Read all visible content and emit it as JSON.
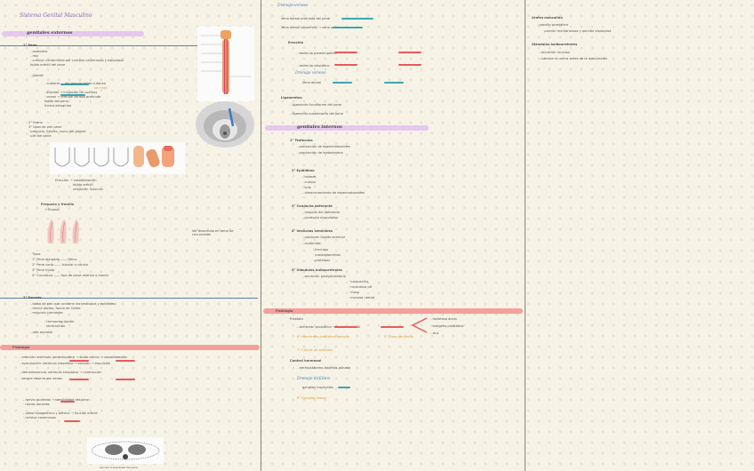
{
  "page": {
    "title": "Sistema Genital Masculino",
    "colors": {
      "paper": "#f6f2e6",
      "purple_highlight": "#e6c8ef",
      "pink_highlight": "#f4a09a",
      "red_bar": "#ea5a5a",
      "teal_bar": "#3aa8b0",
      "heading_blue": "#4a7fbf",
      "note_orange": "#d9a23a"
    }
  },
  "left_column": {
    "section_external": "genitales externos",
    "pene_label": "1° Pene",
    "pene_notes": [
      "- anatomía",
      "- raíz",
      "- cuerpo: conformado por cuerpos cavernosos y esponjoso",
      "           tejido eréctil del pene",
      "- glande"
    ],
    "vessels_notes": [
      "- cubierta       — del glande tejido cutáneo",
      "  · arterias    → irrigación de cuerpos",
      "  · venas       → drenaje venoso profundo",
      "      tejido del pene",
      "      túnica albugínea"
    ],
    "vessel_tag": "se irriga",
    "skin_notes": [
      "2° forma",
      "3° tipos de piel pene",
      "   · prepucio, frenillo, surco del glande",
      "   · piel del pene"
    ],
    "erection_notes": [
      "Erección → vasodilatación",
      "       tejido eréctil",
      "       relajación músculo"
    ],
    "foreskin_title": "Prepucio y frenillo",
    "foreskin_sub": "→ fimosis",
    "side_note": "Ver desarrollo en tema de circuncisión",
    "types_notes": [
      "Tipos",
      "1° Pene alargado  —— Fálico",
      "2° Pene corto     —— tubular o cónico",
      "3° Pene mixto",
      "4° Curvatura       —— tipo de pene relativo a erecto"
    ],
    "scrotum_label": "2° Escroto",
    "scrotum_notes": [
      "- bolsa de piel que contiene los testículos y epidídimo",
      "- túnica dartos, fascia de Colles",
      "- músculo cremáster",
      "   · termorregulación",
      "   · contracción",
      "- rafe escrotal"
    ],
    "phys_label": "Fisiología",
    "phys_notes": [
      "- erección: estímulo parasimpático → óxido nítrico → vasodilatación",
      "- eyaculación: estímulo simpático → emisión → expulsión",
      "- detumescencia: estímulo simpático → contracción",
      "- sangre retorna por venas"
    ],
    "nerve_notes": [
      "- nervio pudendo → sensibilidad del pene",
      "  · ramas dorsales",
      "- plexo hipogástrico y pélvico → función eréctil",
      "  · nervios cavernosos"
    ],
    "drawing_caption": "sección transversal del pene"
  },
  "middle_column": {
    "heading_top": "Drenaje venoso",
    "top_notes": [
      "Vena dorsal profunda del pene",
      "Vena dorsal superficial → vena safena"
    ],
    "erection_label": "Erección",
    "erection_notes": [
      "- estímulo parasimpático",
      "- estímulo simpático"
    ],
    "heading_second": "Drenaje venoso",
    "second_note": "Vena dorsal",
    "ligaments_label": "Ligamentos",
    "ligaments_notes": [
      "- ligamento fundiforme del pene",
      "- ligamento suspensorio del pene"
    ],
    "section_internal": "genitales internos",
    "testis_label": "1° Testículos",
    "testis_notes": [
      "- producción de espermatozoides",
      "- producción de testosterona"
    ],
    "epid_label": "2° Epidídimo",
    "epid_notes": [
      "- cabeza",
      "- cuerpo",
      "- cola",
      "- almacenamiento de espermatozoides"
    ],
    "vas_label": "3° Conducto deferente",
    "vas_notes": [
      "- ampolla del deferente",
      "- conducto eyaculador"
    ],
    "seminal_label": "4° Vesículas seminales",
    "seminal_notes": [
      "- producen líquido seminal",
      "- contenido:",
      "   · fructosa",
      "   · prostaglandinas",
      "   · proteínas"
    ],
    "gland_label": "5° Glándulas bulbouretrales",
    "gland_notes": [
      "- secreción preeyaculatoria",
      "   · lubricación",
      "   · neutraliza pH",
      "   · moco",
      "   · mucosa uretral"
    ],
    "prostate_label": "Fisiología",
    "prostate_sub": "Próstata",
    "prostate_notes": [
      "- secreción prostática → líquido seminal"
    ],
    "prostate_branch": [
      "- fosfatasa ácida",
      "- antígeno prostático",
      "- zinc"
    ],
    "orange_notes": [
      "6° Hipertrofia prostática benigna",
      "7° Cáncer de próstata"
    ],
    "orange_right": "5° Zona periférica",
    "control_label": "Control hormonal",
    "control_notes": [
      "- eje hipotálamo-hipófisis-gónada"
    ],
    "heading_bottom": "Drenaje linfático",
    "bottom_note": "ganglios inguinales",
    "orange_bottom": "8° Ganglios iliacos"
  },
  "right_column": {
    "block1_label": "Uretra masculina",
    "block1_notes": [
      "- porción prostática",
      "  · porción membranosa y porción esponjosa"
    ],
    "block2_label": "Glándulas bulbouretrales",
    "block2_notes": [
      "- secreción mucosa",
      "- lubrican la uretra antes de la eyaculación"
    ]
  }
}
